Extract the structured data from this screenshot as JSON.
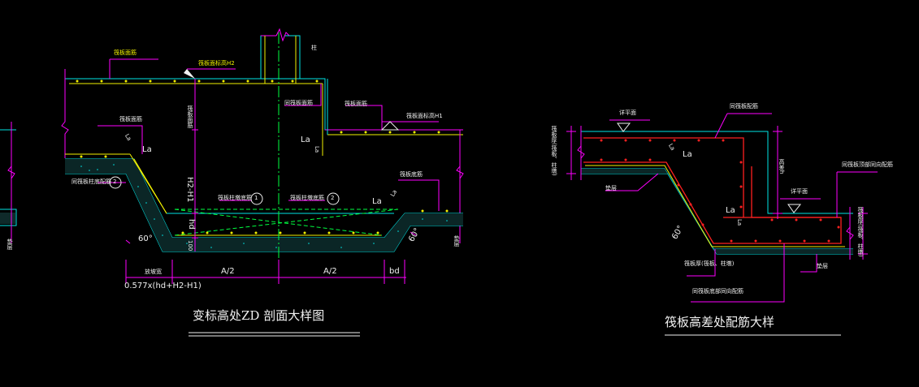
{
  "colors": {
    "background": "#000000",
    "concrete_outline": "#00e5e5",
    "rebar_dots": "#f2f200",
    "red_rebar": "#ff2020",
    "dimension_lines": "#ff00ff",
    "centerline": "#00ff40",
    "text": "#f0f0f0"
  },
  "left_detail": {
    "title": "变标高处ZD 剖面大样图",
    "labels": {
      "raft_top_rebar_top": "筏板面筋",
      "raft_top_elev_h2": "筏板面标高H2",
      "column": "柱",
      "column_rebar": "同筏板面筋",
      "raft_top_rebar_right": "筏板面筋",
      "raft_top_elev_h1": "筏板面标高H1",
      "raft_mid_rebar": "筏板面筋",
      "la_upper": "La",
      "la_slope": "La",
      "la_mid": "La",
      "la_vertical": "La",
      "la_right": "La",
      "la_right_slope": "La",
      "raft_vertical_label": "筏板面筋",
      "pit_bottom_rebar": "同筏板柱底配筋",
      "pit_bottom_ref": "2",
      "pit_bottom_rebar_1": "筏板柱墩底筋",
      "pit_bottom_ref_1": "1",
      "pit_bottom_rebar_2": "筏板柱墩底筋",
      "pit_bottom_ref_2": "2",
      "right_top_rebar": "筏板底筋",
      "dim_h2_h1": "H2-H1",
      "dim_hd": "hd",
      "dim_100": "100",
      "angle_left": "60°",
      "angle_right": "60°",
      "cushion_left": "垫层",
      "cushion_right": "垫层",
      "dim_slope_width": "放坡宽",
      "dim_half_a_left": "A/2",
      "dim_half_a_right": "A/2",
      "dim_bd": "bd",
      "formula": "0.577x(hd+H2-H1)"
    }
  },
  "right_detail": {
    "title": "筏板高差处配筋大样",
    "labels": {
      "level_top": "详平面",
      "same_top_rebar": "同筏板配筋",
      "raft_thickness_left": "筏板厚(筏板、柱墩)",
      "la_slope": "La",
      "la_top": "La",
      "height_diff": "高差h",
      "cushion_left": "垫层",
      "la_lower": "La",
      "la_lower_vertical": "La",
      "angle": "60°",
      "level_right": "详平面",
      "same_top_dir_rebar": "同筏板顶部同向配筋",
      "raft_thickness_right": "筏板厚(筏板、柱墩)",
      "raft_thickness_bottom": "筏板厚(筏板、柱墩)",
      "cushion_right": "垫层",
      "same_bottom_dir_rebar": "同筏板底部同向配筋"
    }
  }
}
